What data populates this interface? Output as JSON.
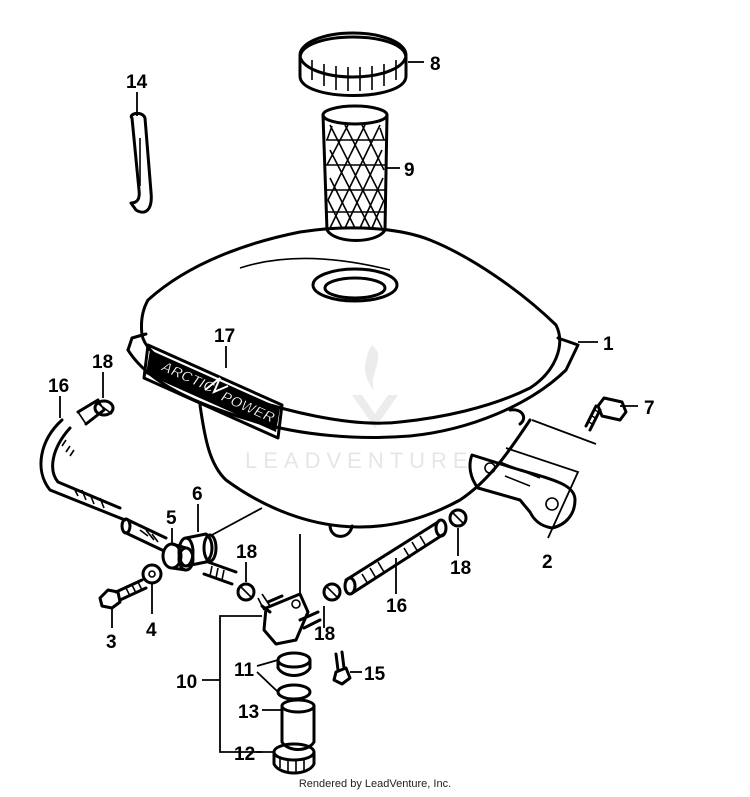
{
  "diagram": {
    "logo_line1": "ARCTIC",
    "logo_line2": "POWER",
    "watermark": "LEADVENTURE",
    "footer": "Rendered by LeadVenture, Inc.",
    "part_labels": {
      "p1": "1",
      "p2": "2",
      "p3": "3",
      "p4": "4",
      "p5": "5",
      "p6": "6",
      "p7": "7",
      "p8": "8",
      "p9": "9",
      "p10": "10",
      "p11": "11",
      "p12": "12",
      "p13": "13",
      "p14": "14",
      "p15": "15",
      "p16a": "16",
      "p16b": "16",
      "p17": "17",
      "p18a": "18",
      "p18b": "18",
      "p18c": "18",
      "p18d": "18"
    }
  }
}
